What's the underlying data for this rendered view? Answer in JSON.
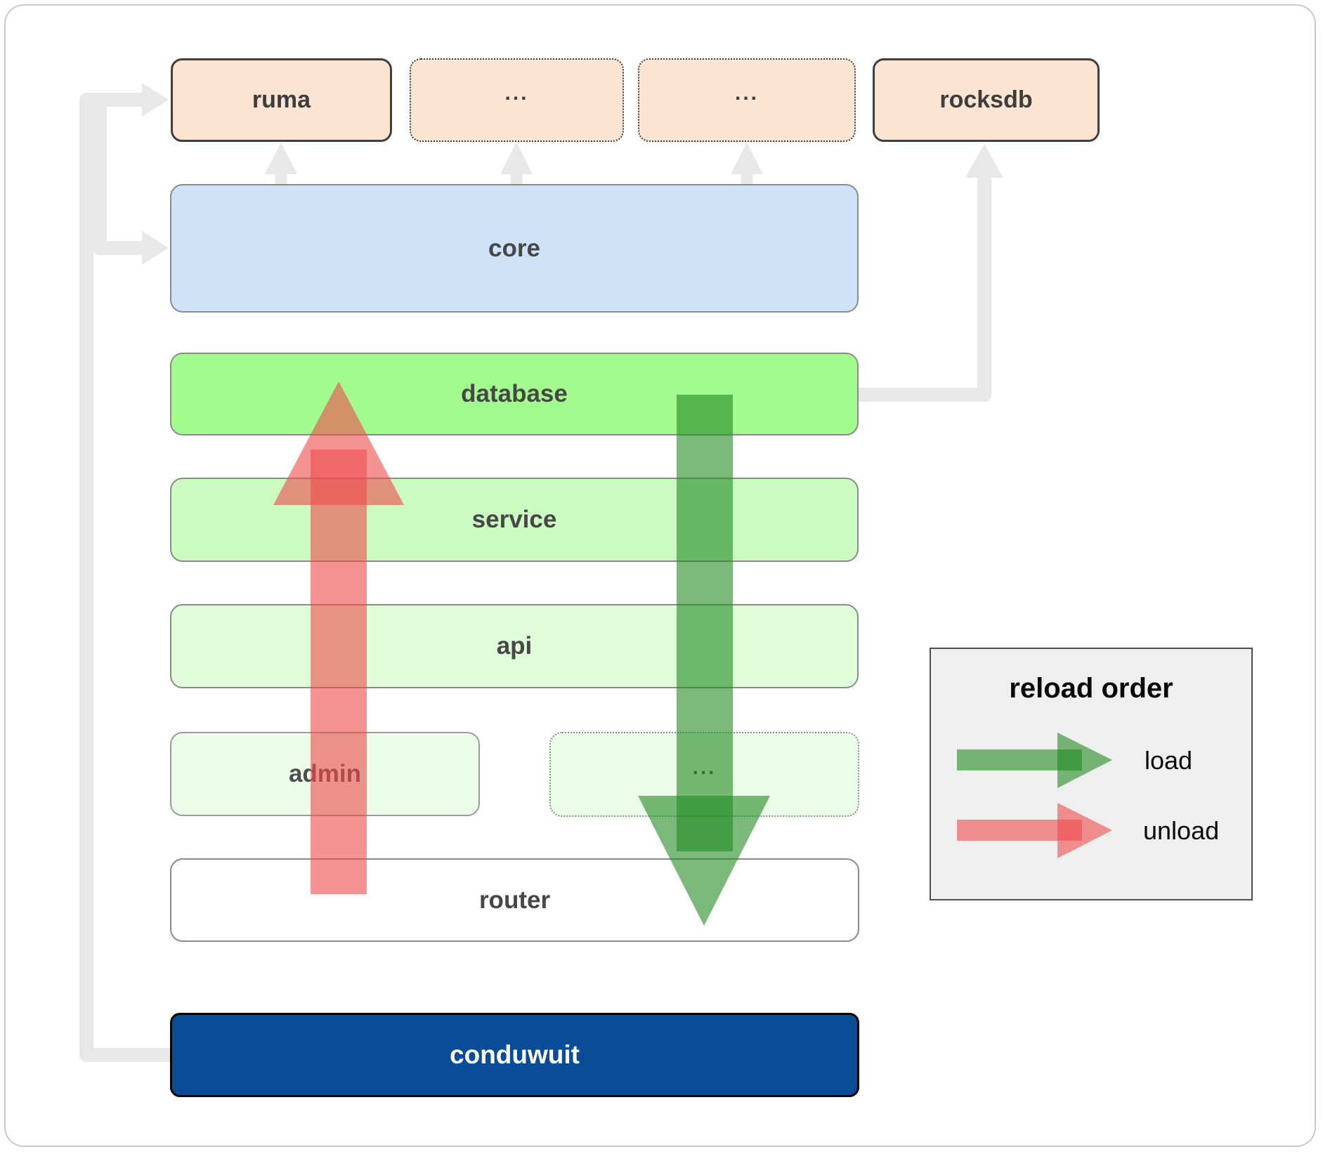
{
  "diagram": {
    "boxes": {
      "ruma": {
        "label": "ruma"
      },
      "extern1": {
        "label": "..."
      },
      "extern2": {
        "label": "..."
      },
      "rocksdb": {
        "label": "rocksdb"
      },
      "core": {
        "label": "core"
      },
      "database": {
        "label": "database"
      },
      "service": {
        "label": "service"
      },
      "api": {
        "label": "api"
      },
      "admin": {
        "label": "admin"
      },
      "extern3": {
        "label": "..."
      },
      "router": {
        "label": "router"
      },
      "conduwuit": {
        "label": "conduwuit"
      }
    },
    "legend": {
      "title": "reload order",
      "items": [
        {
          "label": "load"
        },
        {
          "label": "unload"
        }
      ]
    },
    "colors": {
      "peach": "#fce4d2",
      "core_blue": "#cfe3f8",
      "database_green": "#a3fb90",
      "service_green": "#ccfbc2",
      "api_green": "#defcd8",
      "faint_green": "#ebfce9",
      "router_white": "#ffffff",
      "conduwuit_blue": "#0b4c97",
      "legend_bg": "#efefef",
      "connector_gray": "#e8e8e8",
      "load_green": "#228b22",
      "unload_red": "#ee4b4b"
    }
  }
}
